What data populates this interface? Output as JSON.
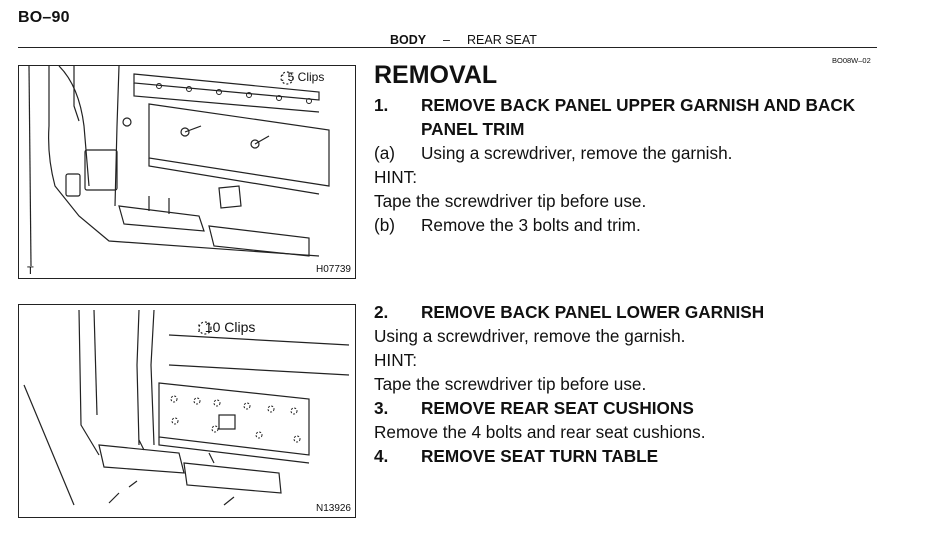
{
  "page": {
    "code": "BO–90",
    "header": {
      "section": "BODY",
      "dash": "–",
      "subsection": "REAR SEAT"
    },
    "doc_id": "BO08W–02"
  },
  "figures": [
    {
      "clip_label": ": 5 Clips",
      "code": "H07739"
    },
    {
      "clip_label": ": 10 Clips",
      "code": "N13926"
    }
  ],
  "content": {
    "title": "REMOVAL",
    "step1": {
      "num": "1.",
      "line1": "REMOVE BACK PANEL UPPER GARNISH AND BACK",
      "line2": "PANEL TRIM"
    },
    "step1a": {
      "label": "(a)",
      "text": "Using a screwdriver, remove the garnish."
    },
    "hint1": "HINT:",
    "hint1_text": "Tape the screwdriver tip before use.",
    "step1b": {
      "label": "(b)",
      "text": "Remove the 3 bolts and trim."
    },
    "step2": {
      "num": "2.",
      "text": "REMOVE BACK PANEL LOWER GARNISH"
    },
    "step2_text": "Using a screwdriver, remove the garnish.",
    "hint2": "HINT:",
    "hint2_text": "Tape the screwdriver tip before use.",
    "step3": {
      "num": "3.",
      "text": "REMOVE REAR SEAT CUSHIONS"
    },
    "step3_text": "Remove the 4 bolts and rear seat cushions.",
    "step4": {
      "num": "4.",
      "text": "REMOVE SEAT TURN TABLE"
    }
  }
}
